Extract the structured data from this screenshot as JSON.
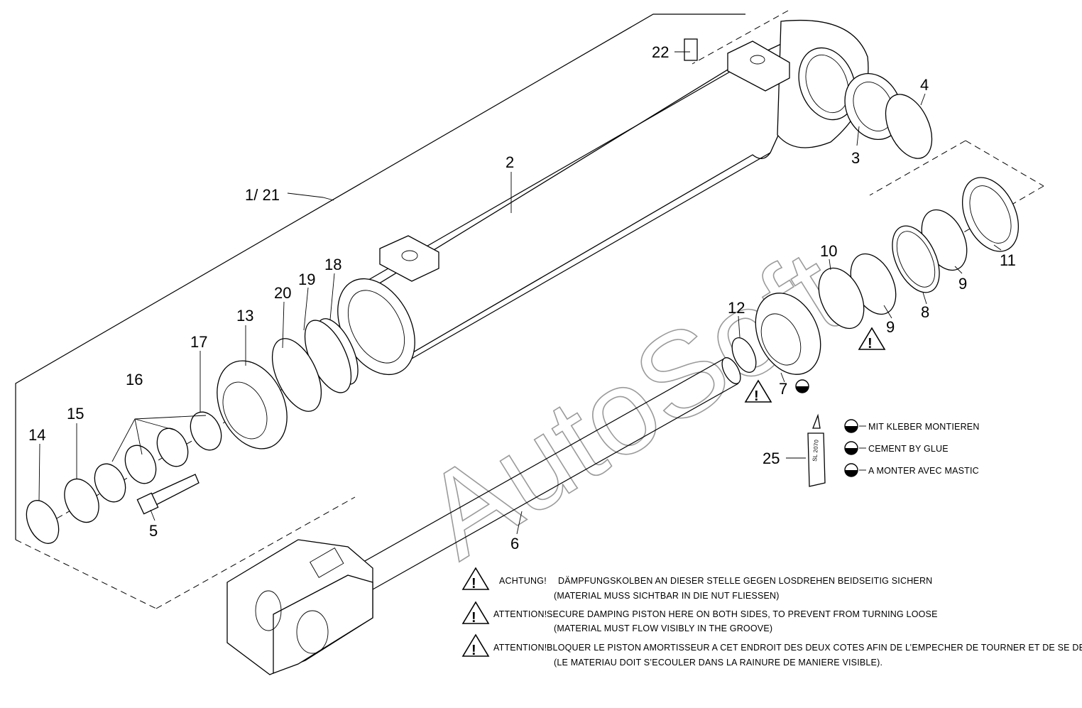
{
  "watermark": "AutoSoft",
  "callouts": {
    "c1_21": "1/ 21",
    "c2": "2",
    "c3": "3",
    "c4": "4",
    "c5": "5",
    "c6": "6",
    "c7": "7",
    "c8": "8",
    "c9a": "9",
    "c9b": "9",
    "c10": "10",
    "c11": "11",
    "c12": "12",
    "c13": "13",
    "c14": "14",
    "c15": "15",
    "c16": "16",
    "c17": "17",
    "c18": "18",
    "c19": "19",
    "c20": "20",
    "c22": "22",
    "c25": "25"
  },
  "glue_tube_label": "SL 2070",
  "glue_legend": [
    "MIT KLEBER MONTIEREN",
    "CEMENT BY GLUE",
    "A MONTER AVEC MASTIC"
  ],
  "warnings": [
    {
      "prefix": "ACHTUNG!",
      "line1": "DÄMPFUNGSKOLBEN AN DIESER STELLE GEGEN LOSDREHEN BEIDSEITIG SICHERN",
      "line2": "(MATERIAL MUSS SICHTBAR IN DIE NUT FLIESSEN)"
    },
    {
      "prefix": "ATTENTION!",
      "line1": "SECURE DAMPING PISTON HERE ON BOTH SIDES, TO PREVENT FROM TURNING LOOSE",
      "line2": "(MATERIAL MUST FLOW VISIBLY IN THE GROOVE)"
    },
    {
      "prefix": "ATTENTION!",
      "line1": "BLOQUER LE PISTON AMORTISSEUR A CET ENDROIT DES DEUX COTES AFIN DE L’EMPECHER DE TOURNER ET DE SE DETACHER",
      "line2": "(LE MATERIAU DOIT S’ECOULER DANS LA RAINURE DE MANIERE VISIBLE)."
    }
  ]
}
